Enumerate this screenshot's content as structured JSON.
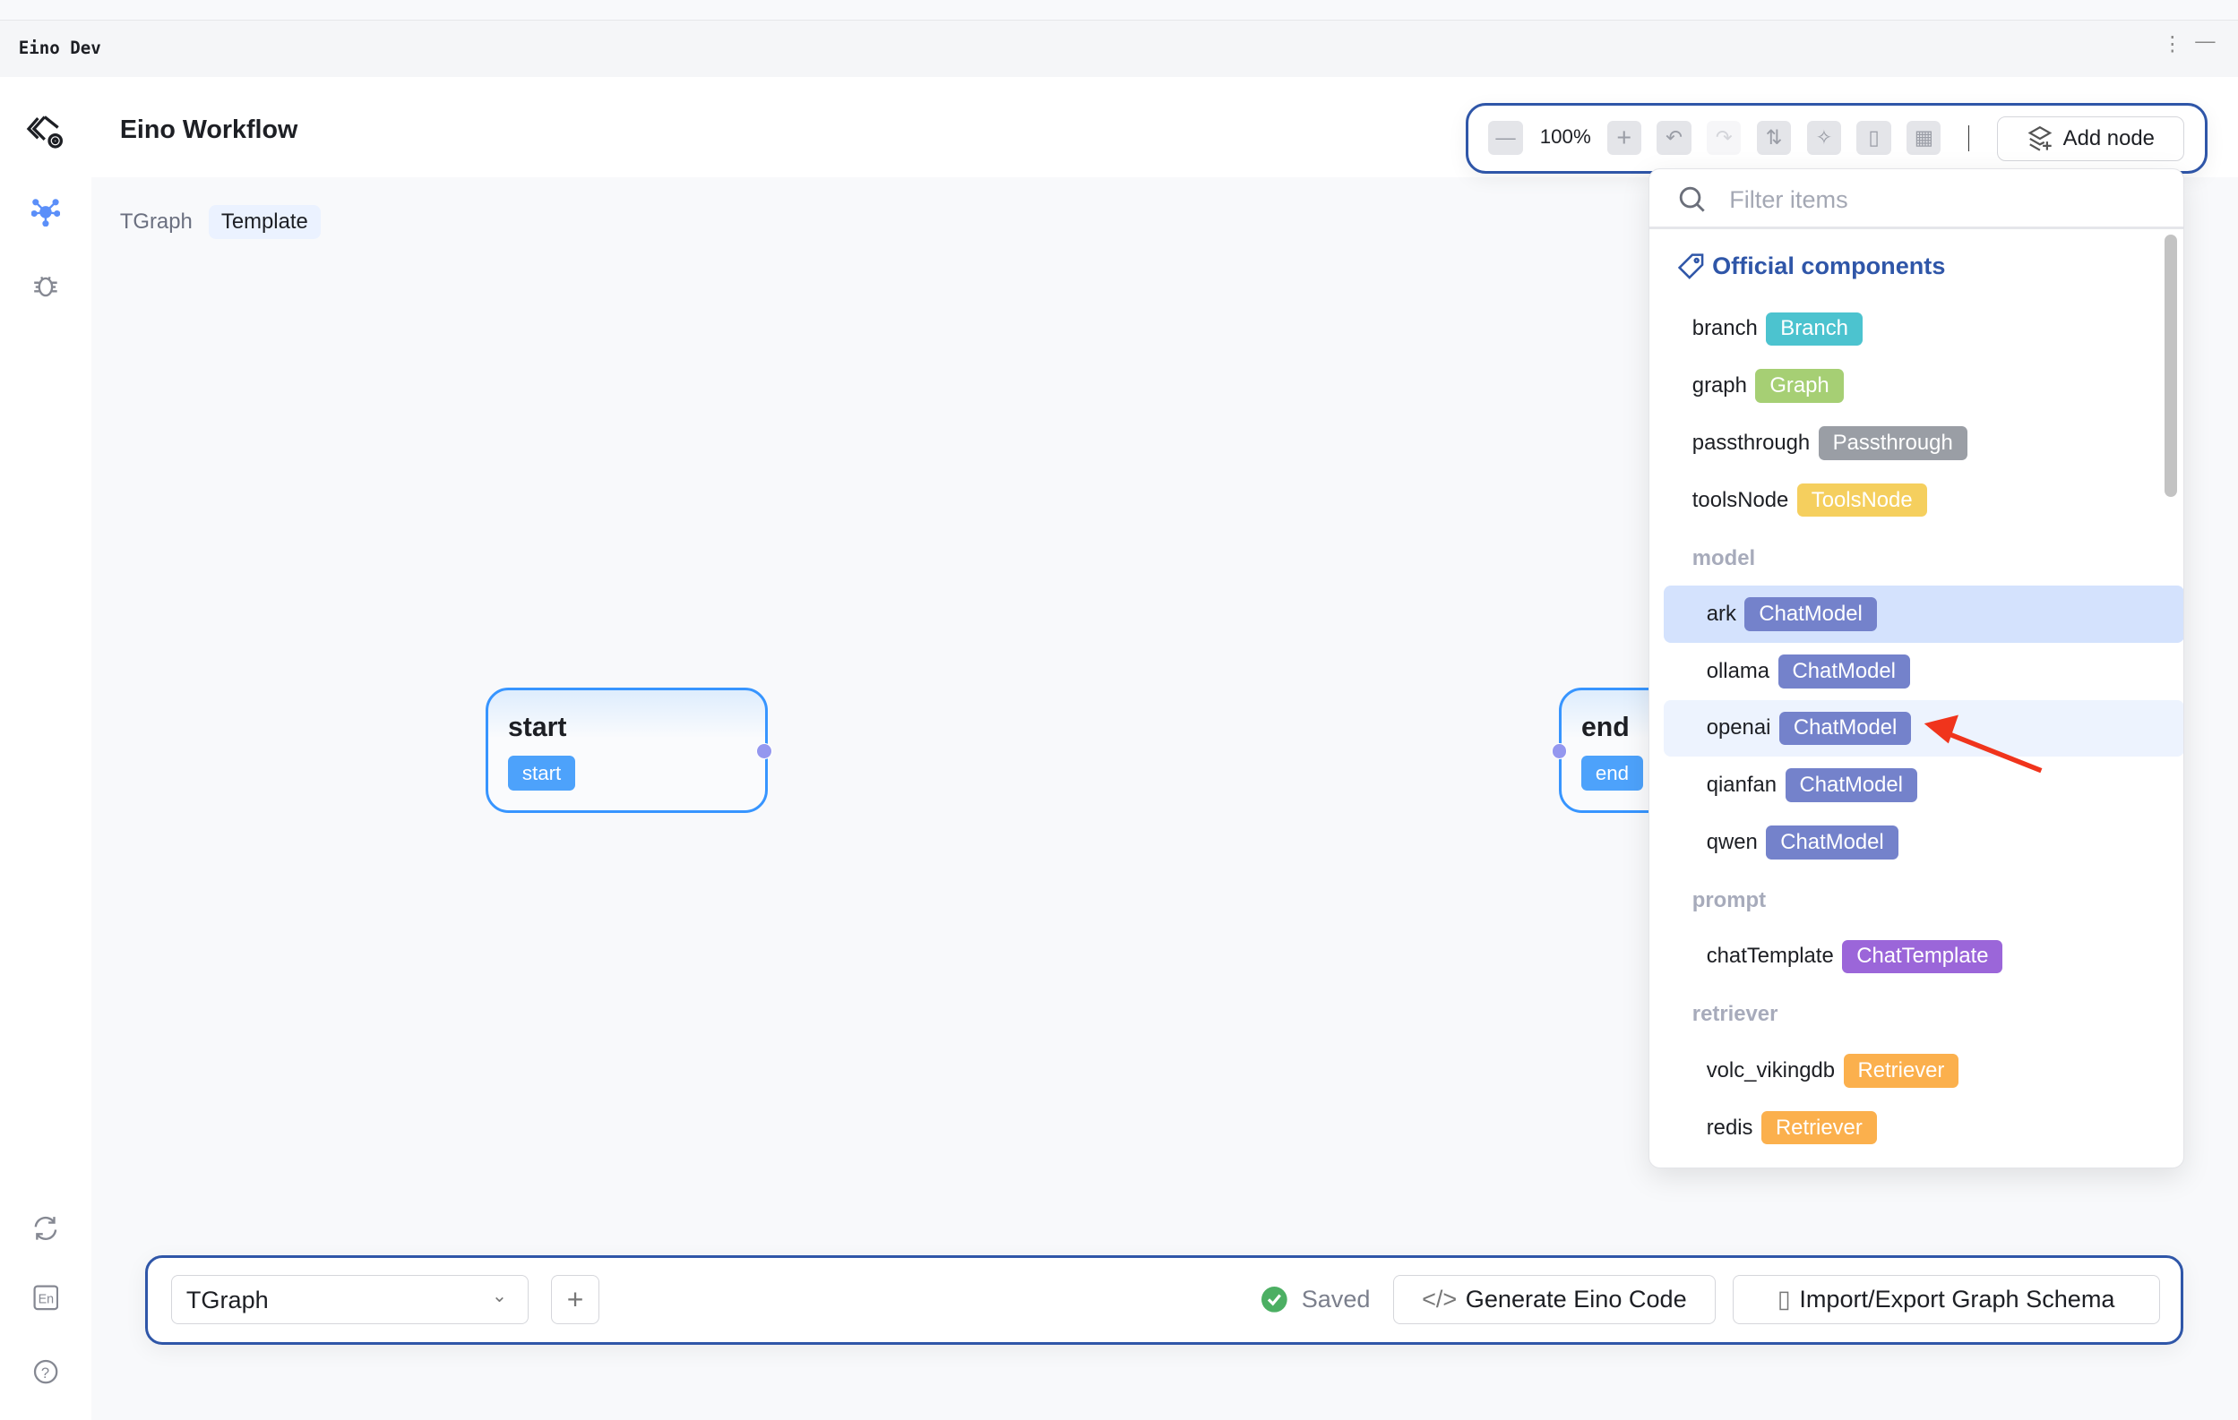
{
  "window": {
    "title": "Eino Dev"
  },
  "app": {
    "title": "Eino Workflow"
  },
  "breadcrumb": {
    "graph": "TGraph",
    "type": "Template"
  },
  "toolbar": {
    "zoom": "100%",
    "add_node": "Add node"
  },
  "dropdown": {
    "placeholder": "Filter items",
    "section": "Official components",
    "items": [
      {
        "name": "branch",
        "badge": "Branch",
        "color": "#4cc3cf"
      },
      {
        "name": "graph",
        "badge": "Graph",
        "color": "#a6cf74"
      },
      {
        "name": "passthrough",
        "badge": "Passthrough",
        "color": "#9a9ea5"
      },
      {
        "name": "toolsNode",
        "badge": "ToolsNode",
        "color": "#f5cf5e"
      }
    ],
    "categories": [
      {
        "label": "model",
        "items": [
          {
            "name": "ark",
            "badge": "ChatModel",
            "color": "#7482cb",
            "state": "selected"
          },
          {
            "name": "ollama",
            "badge": "ChatModel",
            "color": "#7482cb"
          },
          {
            "name": "openai",
            "badge": "ChatModel",
            "color": "#7482cb",
            "state": "hover"
          },
          {
            "name": "qianfan",
            "badge": "ChatModel",
            "color": "#7482cb"
          },
          {
            "name": "qwen",
            "badge": "ChatModel",
            "color": "#7482cb"
          }
        ]
      },
      {
        "label": "prompt",
        "items": [
          {
            "name": "chatTemplate",
            "badge": "ChatTemplate",
            "color": "#9b66d9"
          }
        ]
      },
      {
        "label": "retriever",
        "items": [
          {
            "name": "volc_vikingdb",
            "badge": "Retriever",
            "color": "#fbb04d"
          },
          {
            "name": "redis",
            "badge": "Retriever",
            "color": "#fbb04d"
          }
        ]
      }
    ]
  },
  "canvas": {
    "nodes": [
      {
        "title": "start",
        "tag": "start"
      },
      {
        "title": "end",
        "tag": "end"
      }
    ]
  },
  "bottom": {
    "graph_select": "TGraph",
    "status": "Saved",
    "generate": "Generate Eino Code",
    "import_export": "Import/Export Graph Schema"
  },
  "colors": {
    "accent": "#2f56a8",
    "node_border": "#3795ff",
    "annotation_arrow": "#f0341c",
    "saved": "#4caf63"
  }
}
